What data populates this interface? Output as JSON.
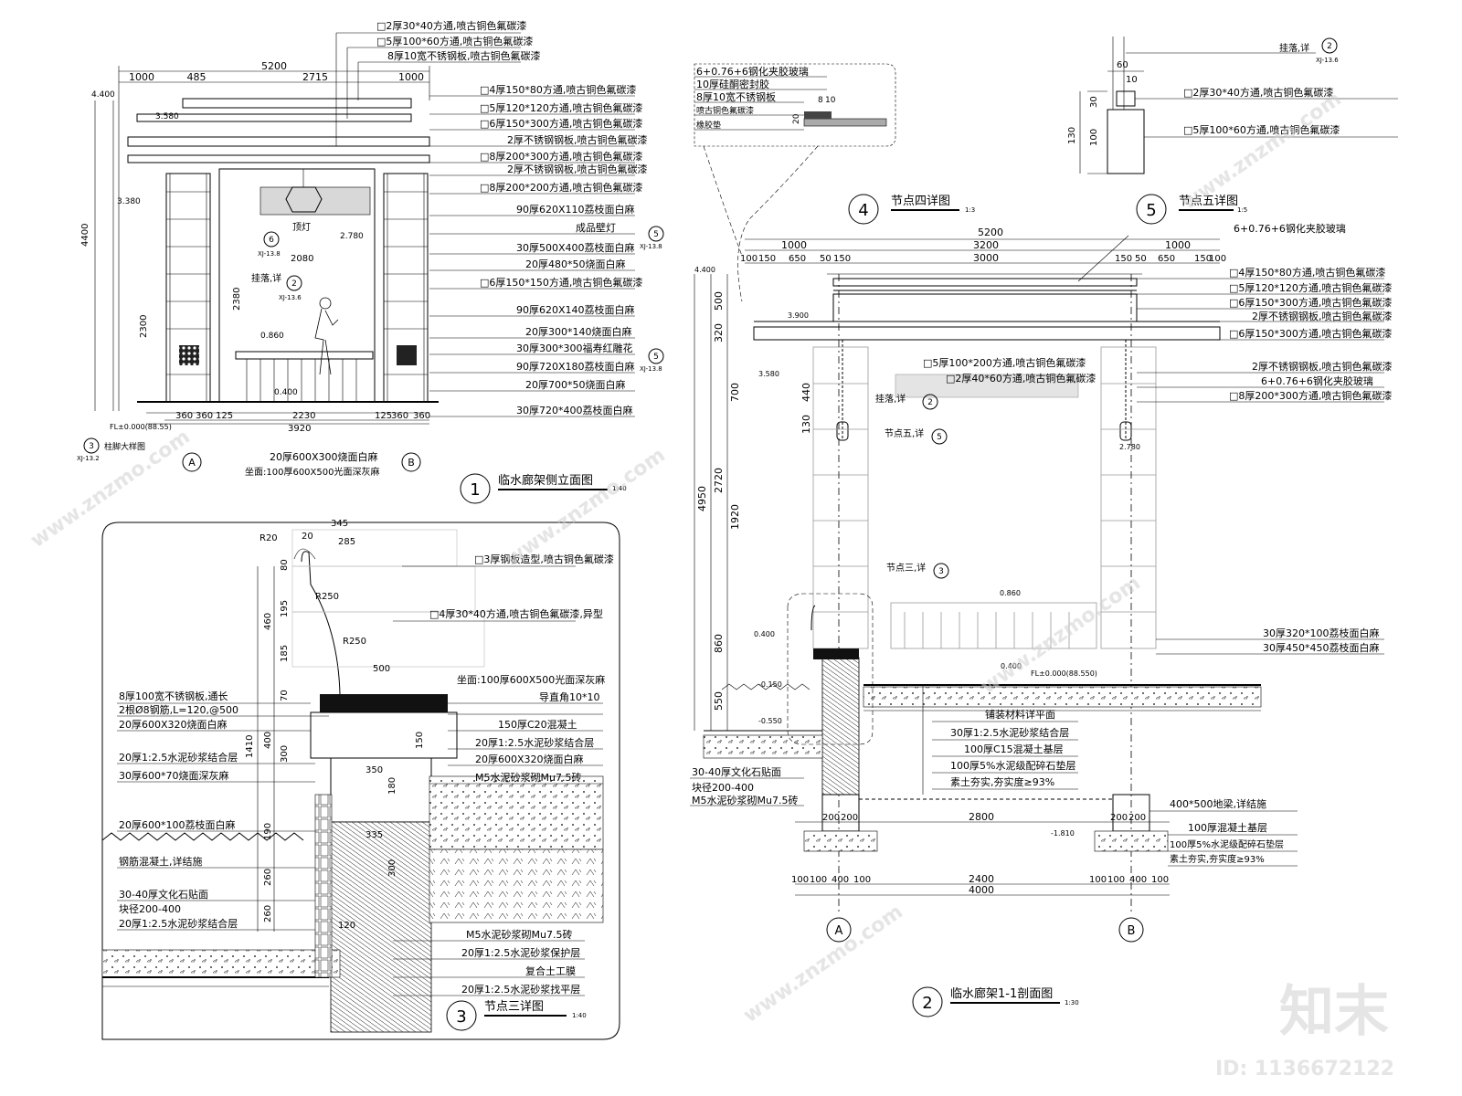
{
  "drawings": {
    "d1": {
      "num": "1",
      "title": "临水廊架侧立面图",
      "scale": "1:40",
      "top_callouts": [
        "□2厚30*40方通,喷古铜色氟碳漆",
        "□5厚100*60方通,喷古铜色氟碳漆",
        "8厚10宽不锈钢板,喷古铜色氟碳漆"
      ],
      "right_callouts": [
        "□4厚150*80方通,喷古铜色氟碳漆",
        "□5厚120*120方通,喷古铜色氟碳漆",
        "□6厚150*300方通,喷古铜色氟碳漆",
        "2厚不锈钢钢板,喷古铜色氟碳漆",
        "□8厚200*300方通,喷古铜色氟碳漆",
        "2厚不锈钢钢板,喷古铜色氟碳漆",
        "□8厚200*200方通,喷古铜色氟碳漆",
        "90厚620X110荔枝面白麻",
        "成品壁灯",
        "30厚500X400荔枝面白麻",
        "20厚480*50烧面白麻",
        "□6厚150*150方通,喷古铜色氟碳漆",
        "90厚620X140荔枝面白麻",
        "20厚300*140烧面白麻",
        "30厚300*300福寿红雕花",
        "90厚720X180荔枝面白麻",
        "20厚700*50烧面白麻",
        "30厚720*400荔枝面白麻"
      ],
      "dims_top": [
        "5200",
        "1000",
        "485",
        "2715",
        "1000"
      ],
      "dims_bottom": [
        "360",
        "360",
        "125",
        "2230",
        "125",
        "360",
        "360",
        "3920"
      ],
      "elev": [
        "4.400",
        "3.580",
        "3.380",
        "0.860",
        "0.400",
        "2.780",
        "FL±0.000(88.55)"
      ],
      "inner_labels": [
        "顶灯",
        "挂落,详",
        "2080",
        "2380",
        "2300"
      ],
      "bottom_notes": [
        "20厚600X300烧面白麻",
        "坐面:100厚600X500光面深灰麻"
      ],
      "axis": [
        "A",
        "B"
      ],
      "foot_ref": "柱脚大样图",
      "foot_ref_num": "3",
      "foot_ref_sheet": "XJ-13.2",
      "ref_sheet": "XJ-13.8",
      "ref_sheet2": "XJ-13.6"
    },
    "d2": {
      "num": "2",
      "title": "临水廊架1-1剖面图",
      "scale": "1:30",
      "dims_top": [
        "5200",
        "1000",
        "3200",
        "1000",
        "3000"
      ],
      "right_callouts": [
        "6+0.76+6钢化夹胶玻璃",
        "□4厚150*80方通,喷古铜色氟碳漆",
        "□5厚120*120方通,喷古铜色氟碳漆",
        "□6厚150*300方通,喷古铜色氟碳漆",
        "2厚不锈钢钢板,喷古铜色氟碳漆",
        "□6厚150*300方通,喷古铜色氟碳漆",
        "2厚不锈钢钢板,喷古铜色氟碳漆",
        "6+0.76+6钢化夹胶玻璃",
        "□8厚200*300方通,喷古铜色氟碳漆"
      ],
      "mid_callouts": [
        "□5厚100*200方通,喷古铜色氟碳漆",
        "□2厚40*60方通,喷古铜色氟碳漆"
      ],
      "lower_callouts": [
        "30厚320*100荔枝面白麻",
        "30厚450*450荔枝面白麻"
      ],
      "ground_callouts": [
        "铺装材料详平面",
        "30厚1:2.5水泥砂浆结合层",
        "100厚C15混凝土基层",
        "100厚5%水泥级配碎石垫层",
        "素土夯实,夯实度≥93%"
      ],
      "footing_callouts": [
        "400*500地梁,详结施",
        "100厚混凝土基层",
        "100厚5%水泥级配碎石垫层",
        "素土夯实,夯实度≥93%"
      ],
      "left_callouts": [
        "30-40厚文化石贴面",
        "块径200-400",
        "M5水泥砂浆砌Mu7.5砖"
      ],
      "dims_left": [
        "4950",
        "2720",
        "1920",
        "860",
        "550",
        "700",
        "440",
        "130",
        "500",
        "320"
      ],
      "dims_bottom": [
        "2800",
        "2400",
        "4000",
        "100",
        "100",
        "400",
        "100"
      ],
      "elev": [
        "4.400",
        "3.900",
        "3.580",
        "2.780",
        "0.860",
        "0.400",
        "0.400",
        "-0.150",
        "-0.550",
        "-1.810",
        "FL±0.000(88.550)"
      ],
      "node3": "节点三,详",
      "node5": "节点五,详",
      "guaruo": "挂落,详",
      "axis": [
        "A",
        "B"
      ]
    },
    "d3": {
      "num": "3",
      "title": "节点三详图",
      "scale": "1:40",
      "right_callouts": [
        "□3厚钢板造型,喷古铜色氟碳漆",
        "□4厚30*40方通,喷古铜色氟碳漆,异型",
        "坐面:100厚600X500光面深灰麻",
        "导直角10*10",
        "150厚C20混凝土",
        "20厚1:2.5水泥砂浆结合层",
        "20厚600X320烧面白麻",
        "M5水泥砂浆砌Mu7.5砖",
        "M5水泥砂浆砌Mu7.5砖",
        "20厚1:2.5水泥砂浆保护层",
        "复合土工膜",
        "20厚1:2.5水泥砂浆找平层"
      ],
      "left_callouts": [
        "8厚100宽不锈钢板,通长",
        "2根Ø8钢筋,L=120,@500",
        "20厚600X320烧面白麻",
        "20厚1:2.5水泥砂浆结合层",
        "30厚600*70烧面深灰麻",
        "20厚600*100荔枝面白麻",
        "钢筋混凝土,详结施",
        "30-40厚文化石贴面",
        "块径200-400",
        "20厚1:2.5水泥砂浆结合层"
      ],
      "dims": [
        "345",
        "285",
        "20",
        "R20",
        "R250",
        "R250",
        "500",
        "460",
        "195",
        "185",
        "80",
        "1410",
        "400",
        "300",
        "150",
        "350",
        "180",
        "335",
        "300",
        "260",
        "260",
        "190",
        "70",
        "120"
      ]
    },
    "d4": {
      "num": "4",
      "title": "节点四详图",
      "scale": "1:3",
      "callouts": [
        "6+0.76+6钢化夹胶玻璃",
        "10厚硅酮密封胶",
        "8厚10宽不锈钢板",
        "喷古铜色氟碳漆",
        "橡胶垫"
      ],
      "dims": [
        "8",
        "10",
        "20"
      ]
    },
    "d5": {
      "num": "5",
      "title": "节点五详图",
      "scale": "1:5",
      "callouts": [
        "挂落,详",
        "□2厚30*40方通,喷古铜色氟碳漆",
        "□5厚100*60方通,喷古铜色氟碳漆"
      ],
      "dims": [
        "60",
        "10",
        "30",
        "130",
        "100"
      ],
      "ref": "2",
      "ref_sheet": "XJ-13.6"
    }
  },
  "watermark": {
    "brand": "知末",
    "site": "www.znzmo.com",
    "id_label": "ID: 1136672122"
  }
}
